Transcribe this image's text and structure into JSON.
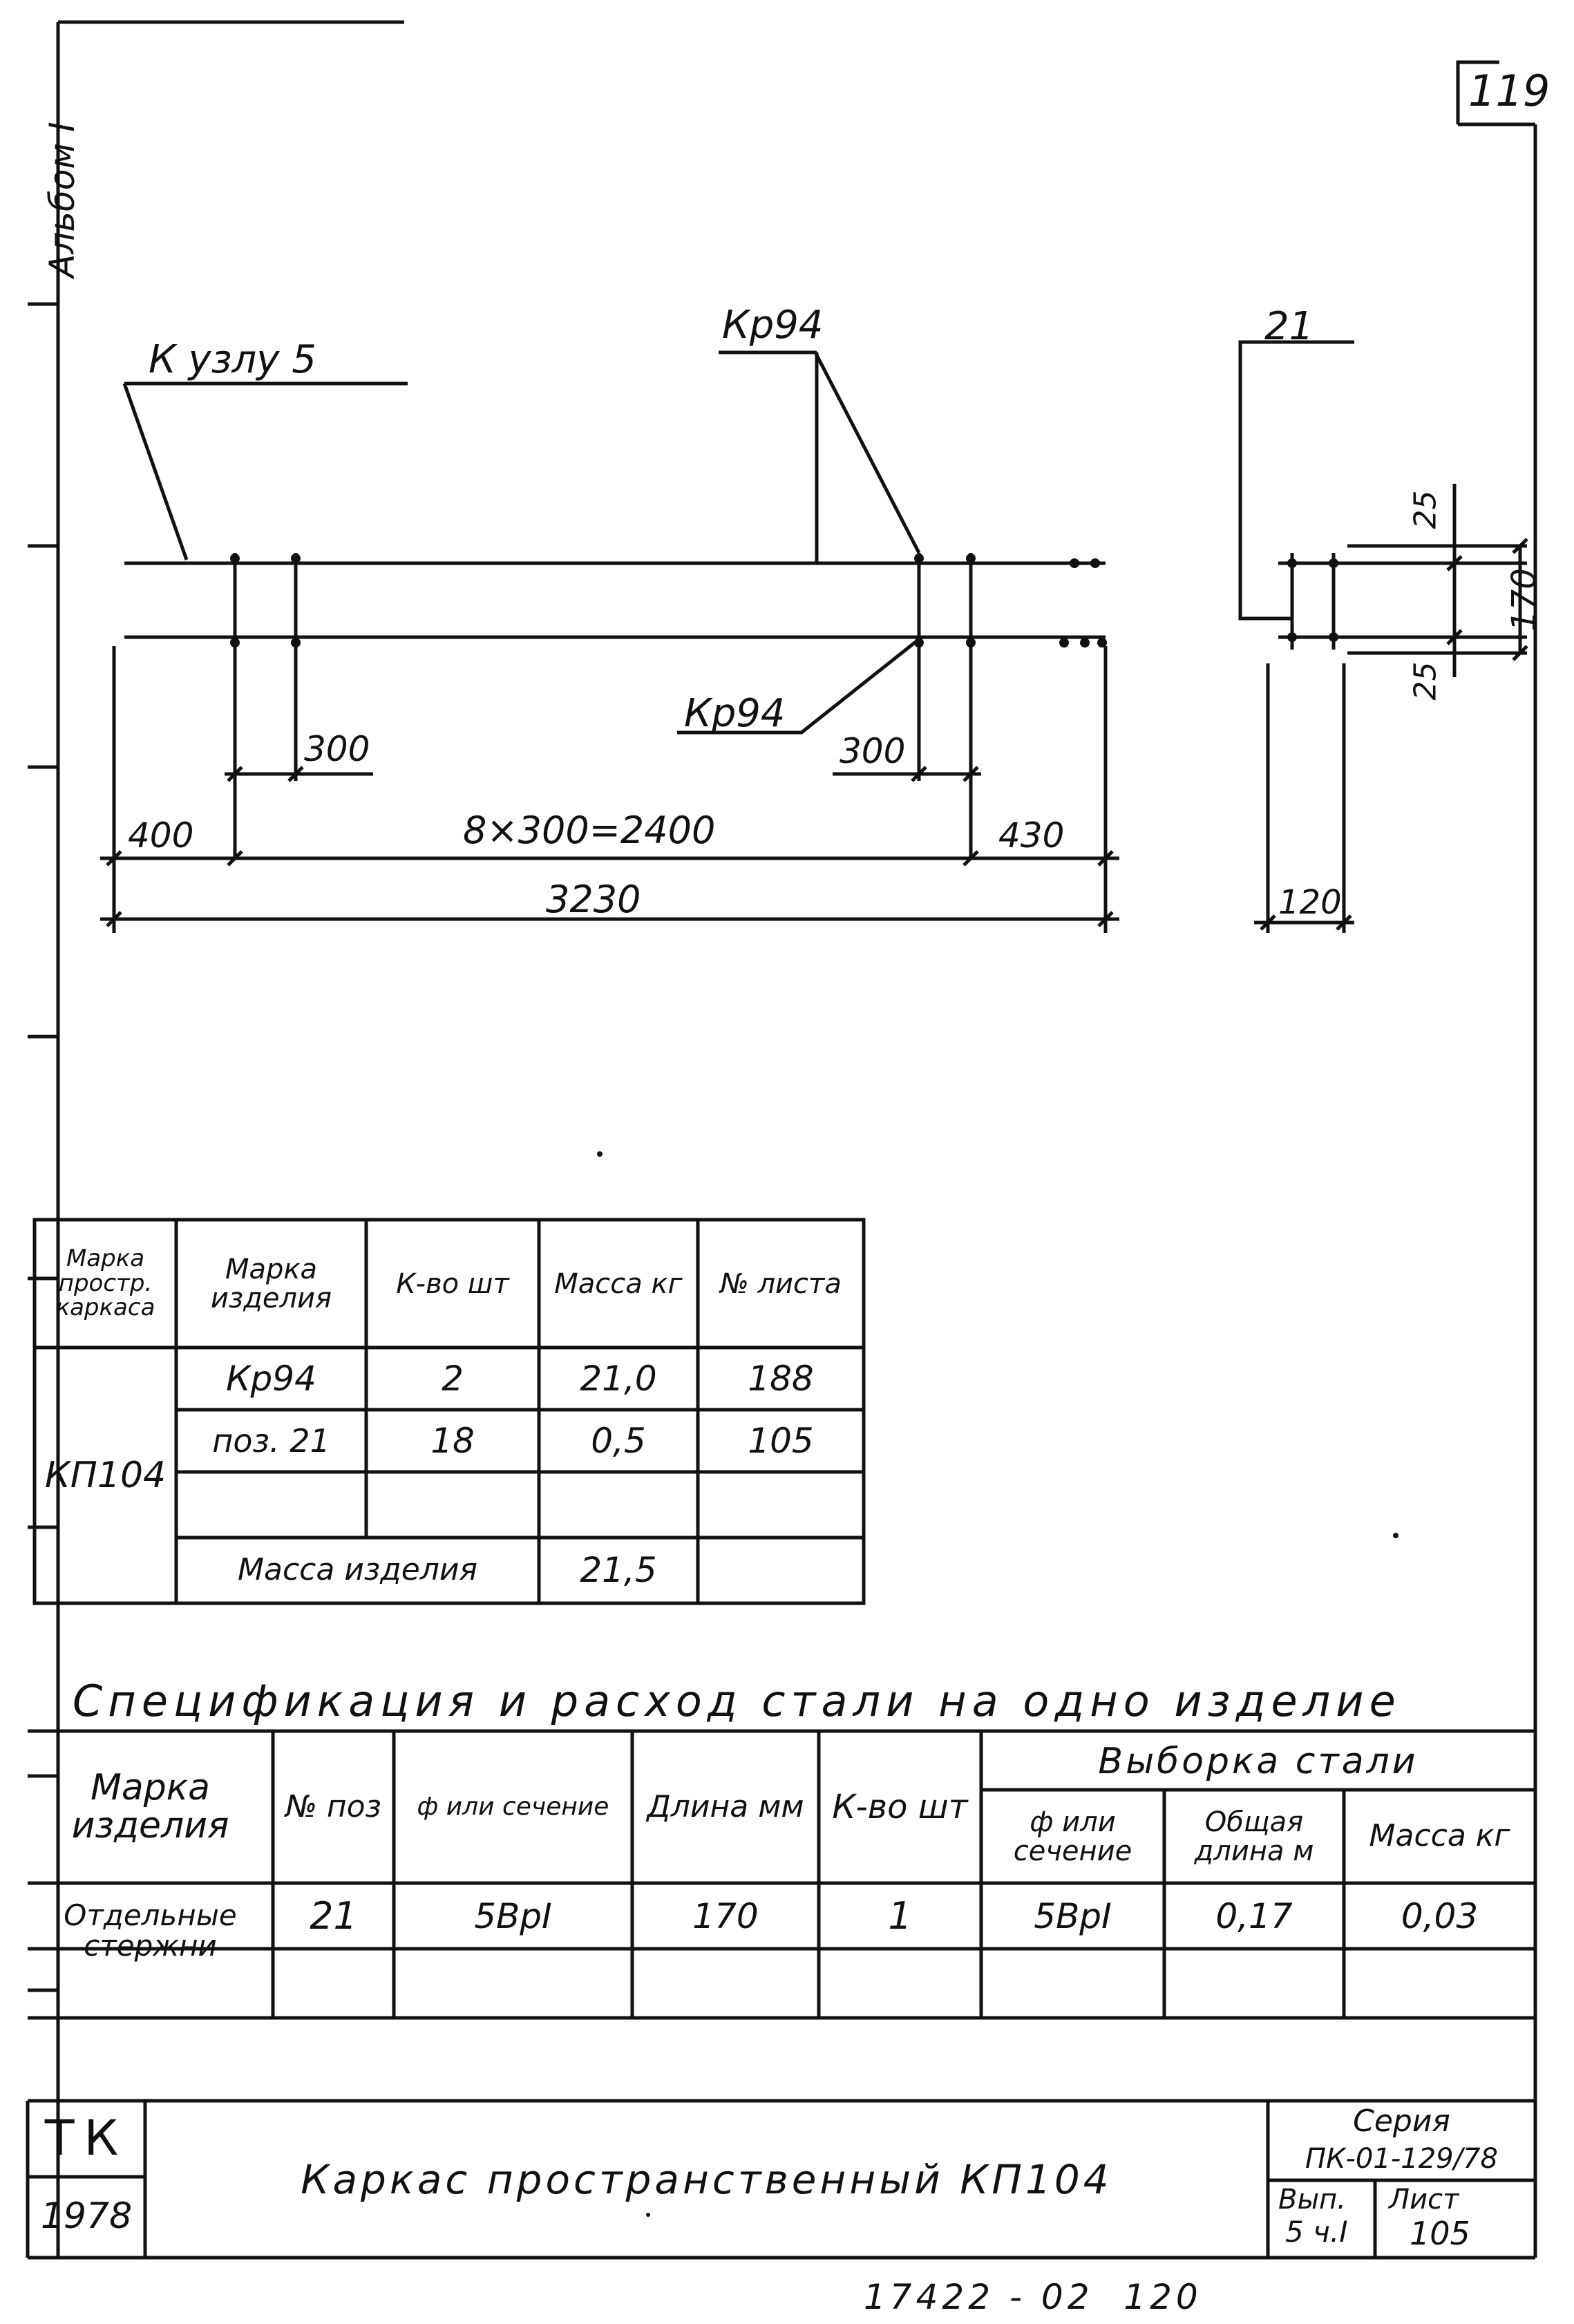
{
  "sheet": {
    "page_number": "119",
    "album_label": "Альбом I",
    "footer_note": "17422 - 02  120"
  },
  "drawing": {
    "ref_node": "К узлу 5",
    "kr_top": "Кр94",
    "kr_bottom": "Кр94",
    "pos_label": "21",
    "dims": {
      "d300_left": "300",
      "d300_right": "300",
      "d400": "400",
      "d_mid": "8×300=2400",
      "d430": "430",
      "d_total": "3230",
      "d25_top": "25",
      "d170": "170",
      "d25_bottom": "25",
      "d120": "120"
    }
  },
  "composition_table": {
    "headers": [
      "Марка простр. каркаса",
      "Марка изделия",
      "К-во шт",
      "Масса кг",
      "№ листа"
    ],
    "frame_mark": "КП104",
    "rows": [
      [
        "Кр94",
        "2",
        "21,0",
        "188"
      ],
      [
        "поз. 21",
        "18",
        "0,5",
        "105"
      ],
      [
        "",
        "",
        "",
        ""
      ]
    ],
    "total_label": "Масса изделия",
    "total_value": "21,5"
  },
  "spec_table": {
    "title": "Спецификация и расход стали на одно изделие",
    "headers": {
      "mark": "Марка изделия",
      "pos": "№ поз",
      "section": "ф или сечение",
      "length": "Длина мм",
      "qty": "К-во шт",
      "sample": "Выборка стали",
      "sample_section": "ф или сечение",
      "sample_length": "Общая длина м",
      "sample_mass": "Масса кг"
    },
    "rows": [
      {
        "mark": "Отдельные стержни",
        "pos": "21",
        "section": "5ВрI",
        "length": "170",
        "qty": "1",
        "sample_section": "5ВрI",
        "sample_length": "0,17",
        "sample_mass": "0,03"
      }
    ]
  },
  "title_block": {
    "org": "ТК",
    "year": "1978",
    "title": "Каркас пространственный КП104",
    "series_label": "Серия",
    "series_value": "ПК-01-129/78",
    "issue_label": "Вып.",
    "issue_value": "5 ч.I",
    "sheet_label": "Лист",
    "sheet_value": "105"
  }
}
